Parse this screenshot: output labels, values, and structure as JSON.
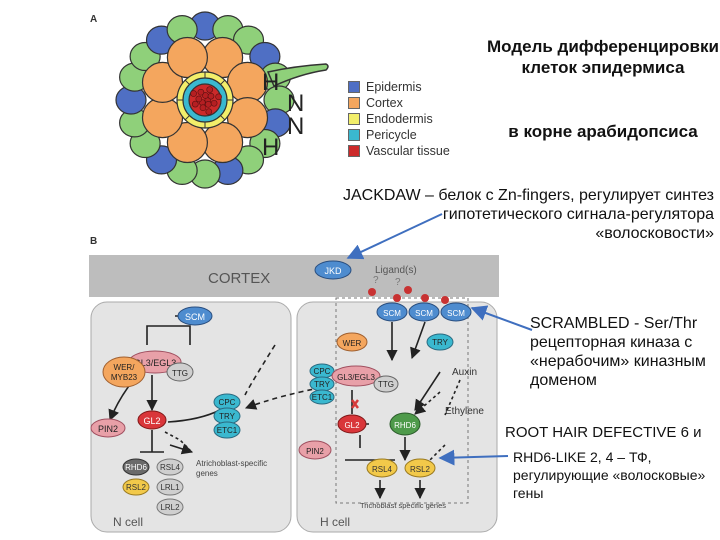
{
  "panel_a": {
    "label": "A",
    "cell_labels": [
      "H",
      "N",
      "N",
      "H"
    ],
    "legend": [
      {
        "label": "Epidermis",
        "color": "#4f6fc4"
      },
      {
        "label": "Cortex",
        "color": "#f4a65e"
      },
      {
        "label": "Endodermis",
        "color": "#f2ee6a"
      },
      {
        "label": "Pericycle",
        "color": "#3ab8cf"
      },
      {
        "label": "Vascular tissue",
        "color": "#cc2a2a"
      }
    ]
  },
  "panel_b": {
    "label": "B",
    "cortex_label": "CORTEX",
    "ligand_label": "Ligand(s)",
    "n_cell_label": "N cell",
    "h_cell_label": "H cell",
    "n_cell": {
      "scm": "SCM",
      "gl3": "GL3/EGL3",
      "ttg": "TTG",
      "wer_myb23": [
        "WER/",
        "MYB23"
      ],
      "pin2": "PIN2",
      "gl2": "GL2",
      "cpc_try_etc1": [
        "CPC",
        "TRY",
        "ETC1"
      ],
      "rhd6": "RHD6",
      "rsl4": "RSL4",
      "rsl2": "RSL2",
      "lrl1": "LRL1",
      "lrl2": "LRL2",
      "atrichoblast_text": [
        "Atrichoblast-specific",
        "genes"
      ]
    },
    "h_cell": {
      "jkd": "JKD",
      "scm": "SCM",
      "wer": "WER",
      "try": "TRY",
      "cpc_try_etc1": [
        "CPC",
        "TRY",
        "ETC1"
      ],
      "gl3": "GL3/EGL3",
      "ttg": "TTG",
      "auxin": "Auxin",
      "ethylene": "Ethylene",
      "gl2": "GL2",
      "rhd6": "RHD6",
      "pin2": "PIN2",
      "rsl4": "RSL4",
      "rsl2": "RSL2",
      "trichoblast_text": "Trichoblast specific genes"
    }
  },
  "annotations": {
    "title": "Модель дифференцировки клеток эпидермиса",
    "subtitle": "в корне арабидопсиса",
    "jackdaw": "JACKDAW – белок с Zn-fingers, регулирует синтез гипотетического сигнала-регулятора «волосковости»",
    "scrambled": "SCRAMBLED - Ser/Thr рецепторная киназа с «нерабочим» киназным доменом",
    "rhd6_line1": "ROOT HAIR DEFECTIVE 6 и",
    "rhd6_line2": "RHD6-LIKE 2, 4 – ТФ, регулирующие «волосковые» гены"
  },
  "colors": {
    "epidermis": "#4f6fc4",
    "cortex": "#f4a65e",
    "endodermis": "#f2ee6a",
    "pericycle": "#3ab8cf",
    "vascular": "#cc2a2a",
    "epidermis_light": "#8fd07a",
    "protein_blue": "#4e8ccf",
    "protein_red": "#d9363a",
    "protein_pink": "#e8a0a8",
    "protein_green": "#4e9a4a",
    "protein_yellow": "#f2c94a",
    "protein_grey": "#cfcfcf",
    "arrow_blue": "#3f6fbf"
  }
}
